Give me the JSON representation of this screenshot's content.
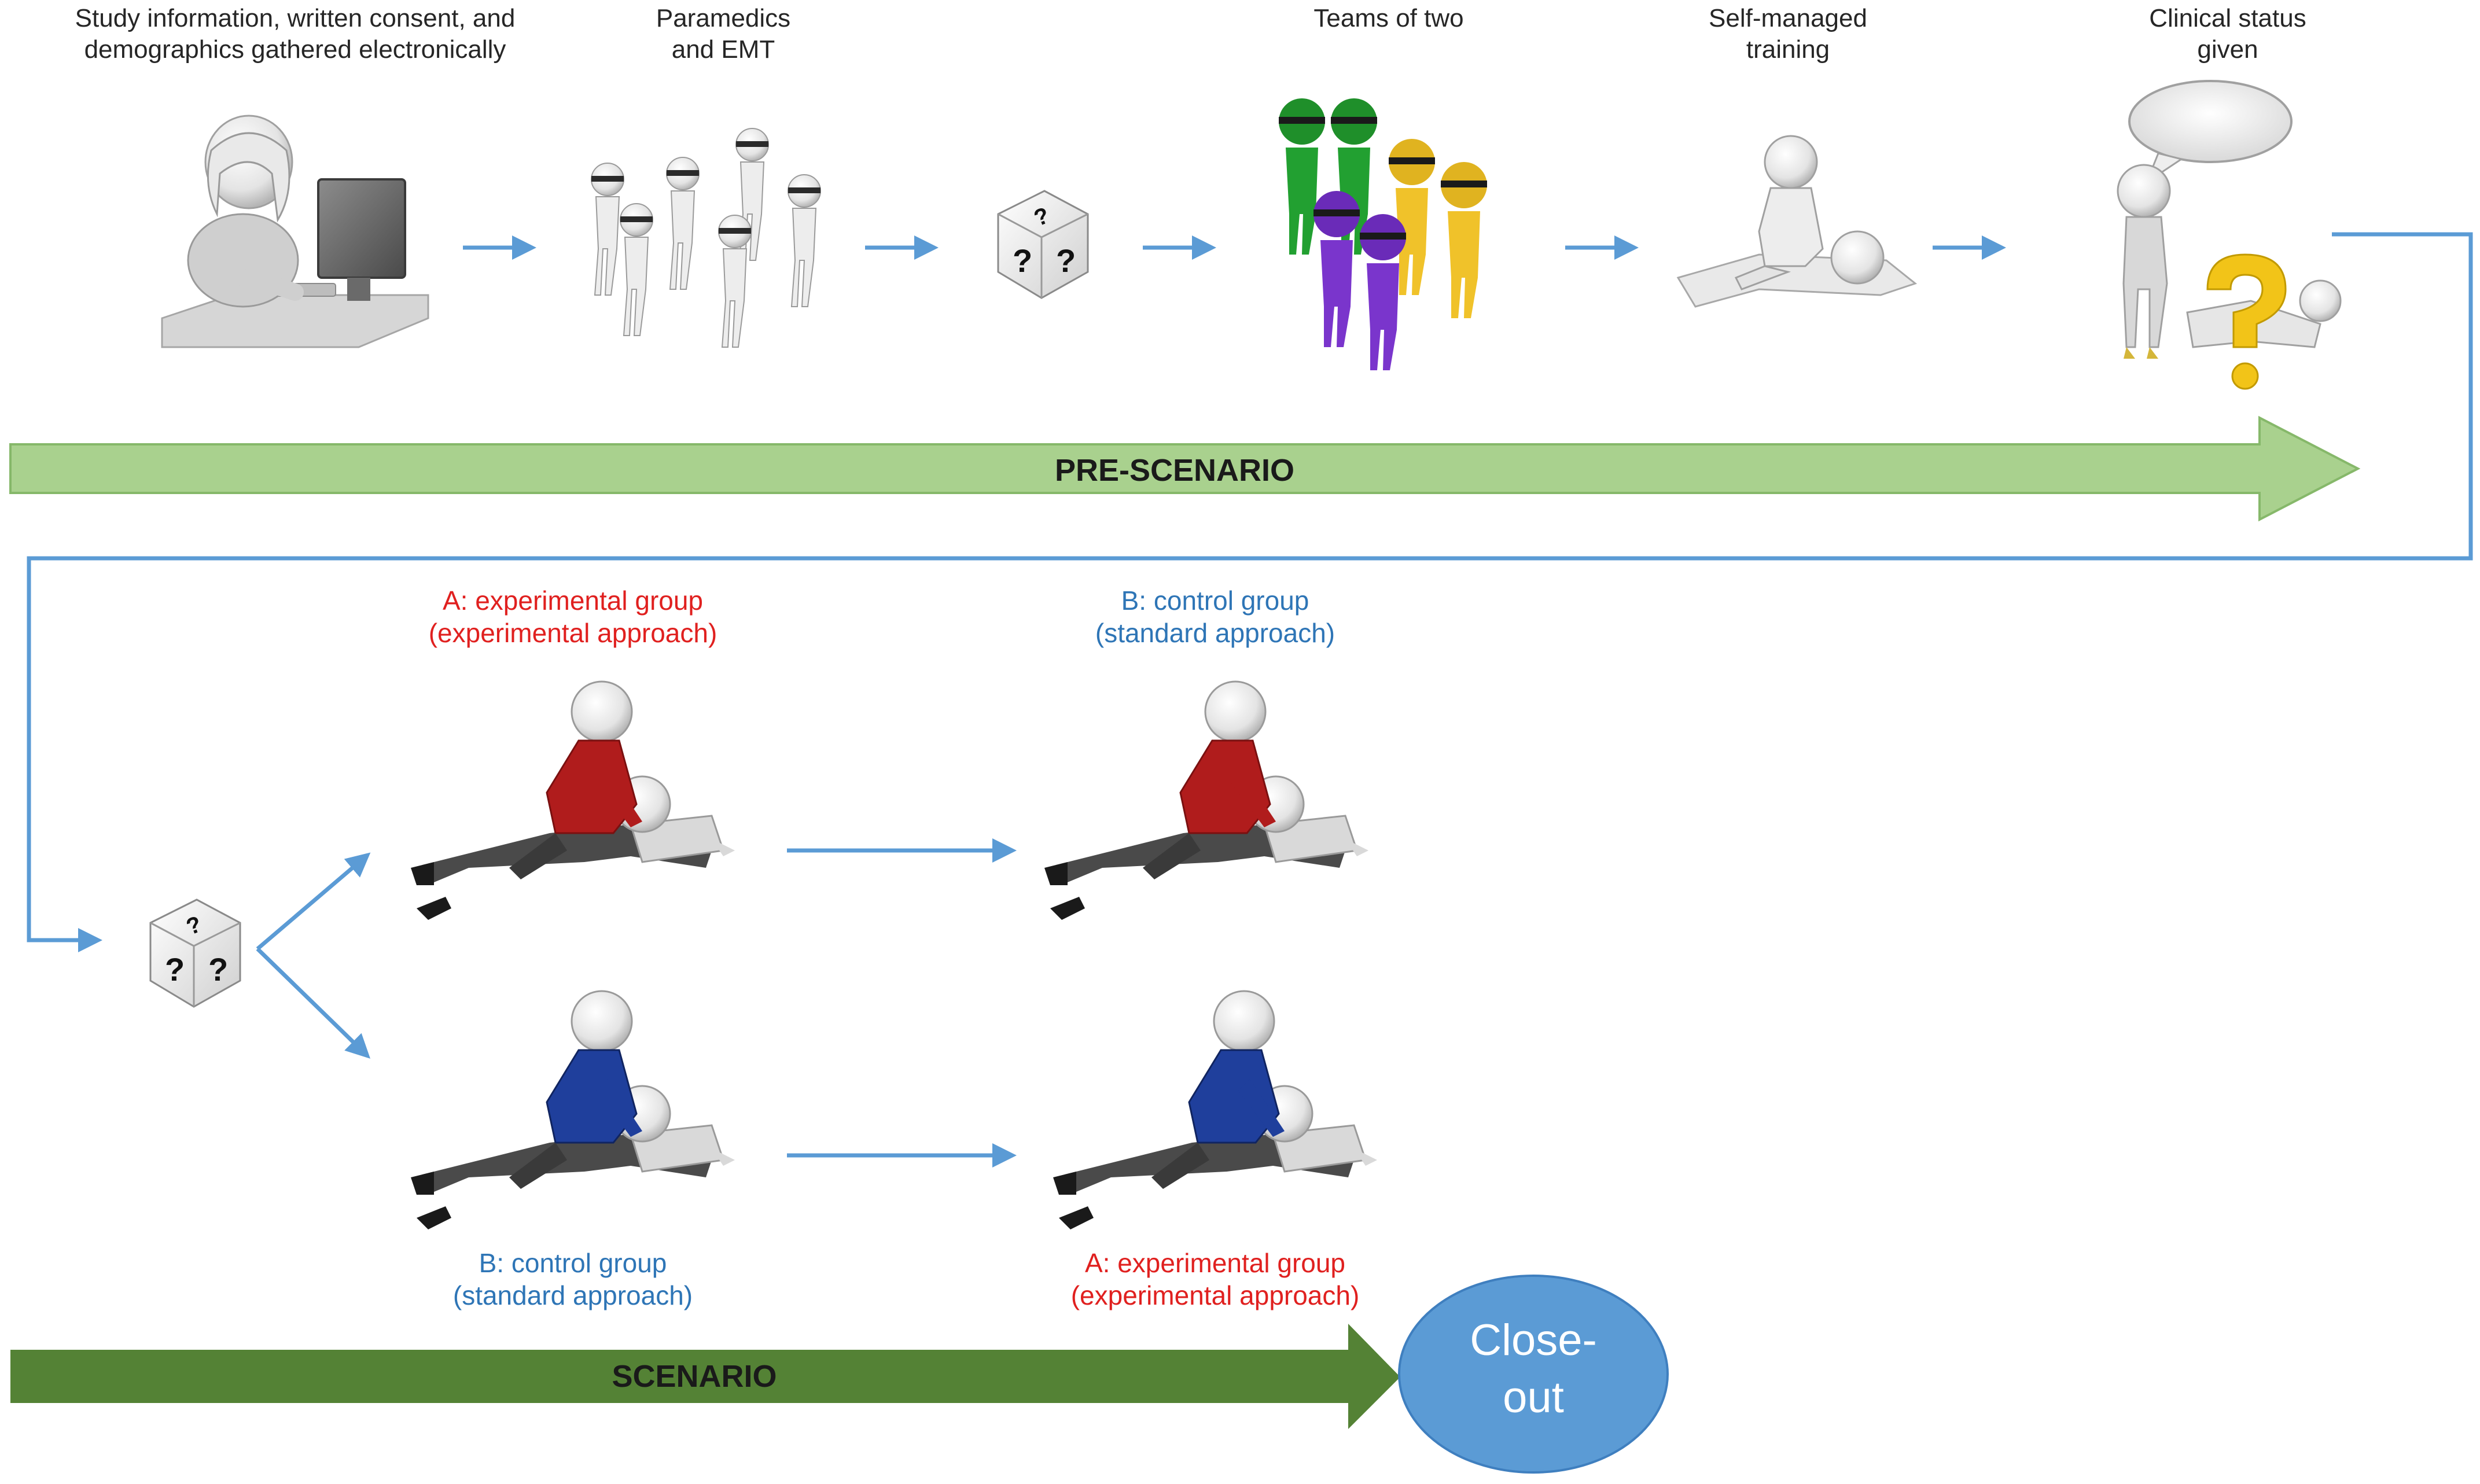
{
  "steps": [
    {
      "lines": [
        "Study information, written consent, and",
        "demographics gathered electronically"
      ],
      "icon": "person-at-computer-icon"
    },
    {
      "lines": [
        "Paramedics",
        "and EMT"
      ],
      "icon": "crowd-icon"
    },
    {
      "lines": [],
      "icon": "dice-icon"
    },
    {
      "lines": [
        "Teams of two"
      ],
      "icon": "color-teams-icon"
    },
    {
      "lines": [
        "Self-managed",
        "training"
      ],
      "icon": "cpr-training-icon"
    },
    {
      "lines": [
        "Clinical status",
        "given"
      ],
      "icon": "doctor-speech-bubble-icon"
    }
  ],
  "banners": {
    "pre_scenario": "PRE-SCENARIO",
    "scenario": "SCENARIO"
  },
  "groups": {
    "top_first": {
      "line1": "A: experimental group",
      "line2": "(experimental approach)"
    },
    "top_second": {
      "line1": "B: control group",
      "line2": "(standard approach)"
    },
    "bottom_first": {
      "line1": "B: control group",
      "line2": "(standard approach)"
    },
    "bottom_second": {
      "line1": "A: experimental group",
      "line2": "(experimental approach)"
    }
  },
  "closeout": {
    "line1": "Close-",
    "line2": "out"
  },
  "colors": {
    "arrow": "#5b9bd5",
    "pre_banner": "#a9d18e",
    "scenario_banner": "#548235",
    "closeout_fill": "#5b9bd5",
    "experimental": "#e0201f",
    "control": "#2e75b6",
    "rescuer_red": "#b01c1c",
    "rescuer_blue": "#1f3f9c"
  }
}
